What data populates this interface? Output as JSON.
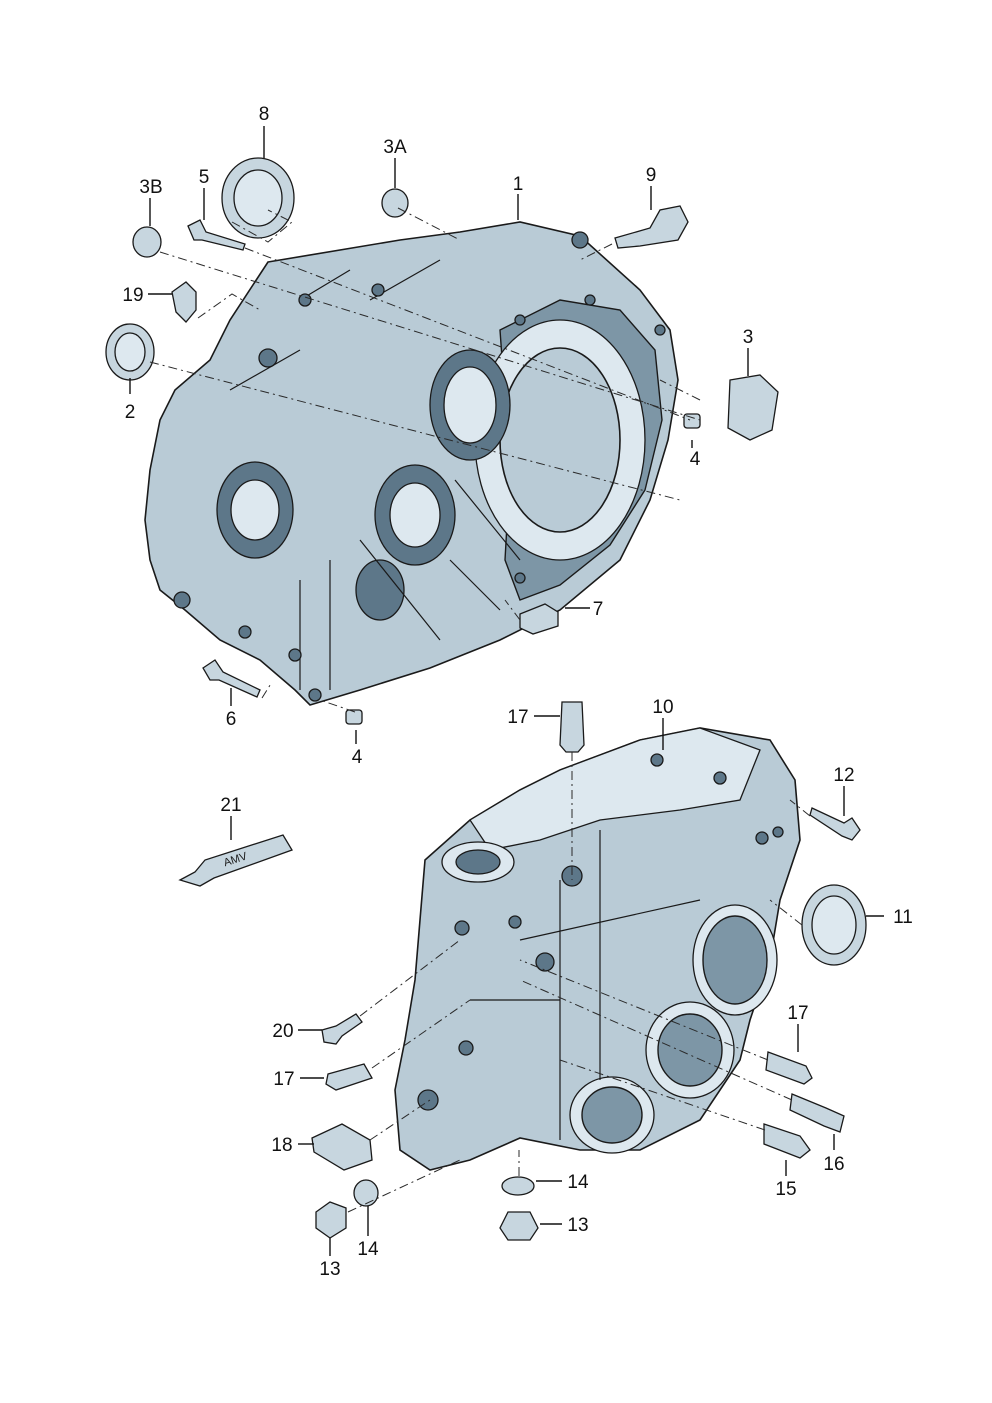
{
  "diagram": {
    "callouts": [
      "1",
      "2",
      "3",
      "3A",
      "3B",
      "4",
      "4",
      "5",
      "6",
      "7",
      "8",
      "9",
      "10",
      "11",
      "12",
      "13",
      "13",
      "14",
      "14",
      "15",
      "16",
      "17",
      "17",
      "17",
      "18",
      "19",
      "20",
      "21"
    ],
    "tube_label": "AMV",
    "colors": {
      "metal": "#b9cbd6",
      "shadow": "#7d96a6",
      "highlight": "#dde8ef",
      "line": "#1a1a1a"
    }
  }
}
